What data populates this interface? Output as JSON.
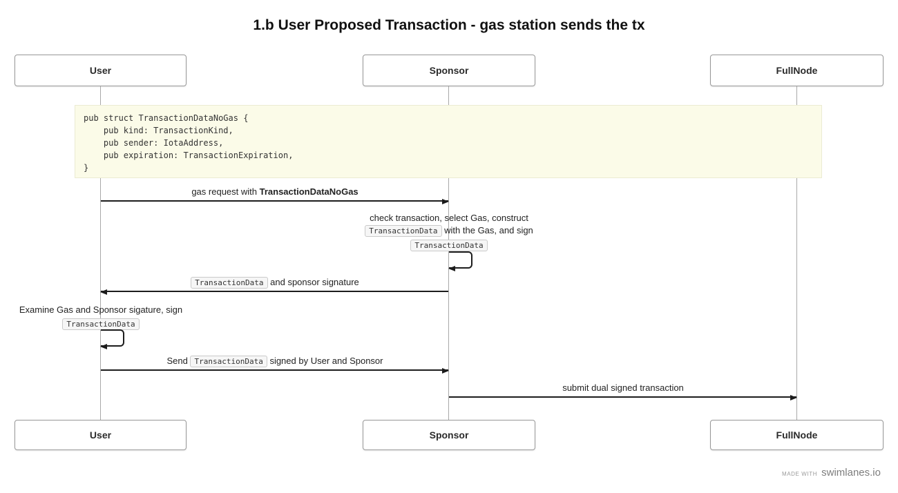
{
  "title": "1.b User Proposed Transaction - gas station sends the tx",
  "actors": {
    "user": "User",
    "sponsor": "Sponsor",
    "fullnode": "FullNode"
  },
  "note": {
    "lines": [
      "pub struct TransactionDataNoGas {",
      "    pub kind: TransactionKind,",
      "    pub sender: IotaAddress,",
      "    pub expiration: TransactionExpiration,",
      "}"
    ]
  },
  "messages": {
    "m1": {
      "prefix": "gas request with ",
      "bold": "TransactionDataNoGas"
    },
    "sponsor_note": {
      "line1": "check transaction, select Gas, construct",
      "line2_code": "TransactionData",
      "line2_suffix": " with the Gas, and sign",
      "line3_code": "TransactionData"
    },
    "m2": {
      "code": "TransactionData",
      "suffix": " and sponsor signature"
    },
    "user_note": {
      "line1": "Examine Gas and Sponsor sigature, sign",
      "line2_code": "TransactionData"
    },
    "m3": {
      "prefix": "Send ",
      "code": "TransactionData",
      "suffix": " signed by User and Sponsor"
    },
    "m4": {
      "label": "submit dual signed transaction"
    }
  },
  "footer": {
    "made_with": "MADE WITH",
    "brand": "swimlanes.io"
  },
  "colors": {
    "note_background": "#fbfbe8",
    "arrow": "#1c1c1c",
    "lifeline": "#a8a8a8",
    "code_chip_background": "#f6f6f6"
  }
}
